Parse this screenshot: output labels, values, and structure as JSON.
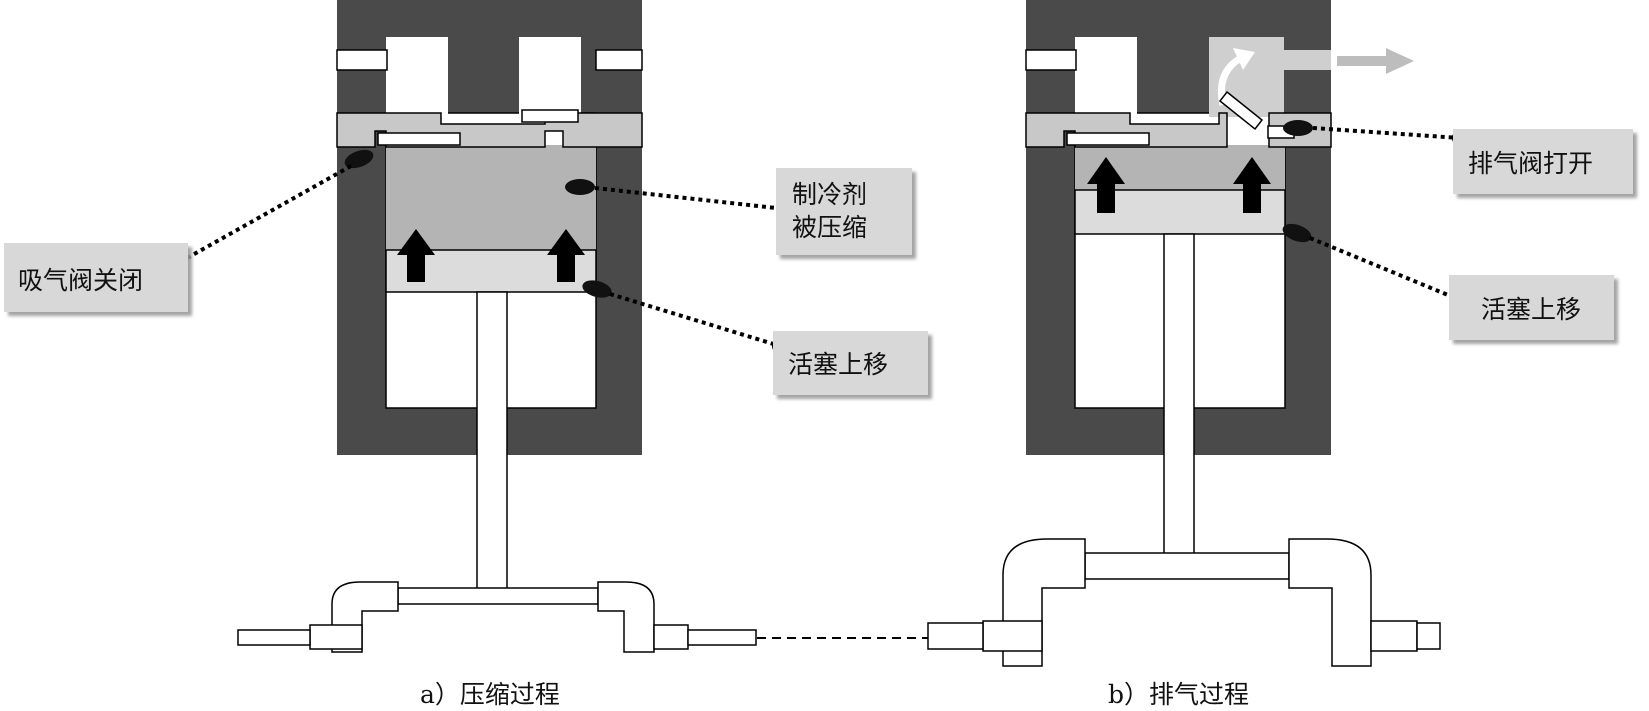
{
  "panels": [
    {
      "caption": "a）压缩过程",
      "labels": {
        "suction_valve": "吸气阀关闭",
        "refrigerant_line1": "制冷剂",
        "refrigerant_line2": "被压缩",
        "piston": "活塞上移"
      }
    },
    {
      "caption": "b）排气过程",
      "labels": {
        "discharge_valve": "排气阀打开",
        "piston": "活塞上移"
      }
    }
  ],
  "colors": {
    "cylinder_wall": "#4a4a4a",
    "chamber_gas": "#b4b4b4",
    "valve_plate": "#c8c8c8",
    "piston": "#dcdcdc",
    "label_box": "#d8d8d8",
    "arrow": "#000000",
    "hint_arrow": "#bdbdbd"
  }
}
